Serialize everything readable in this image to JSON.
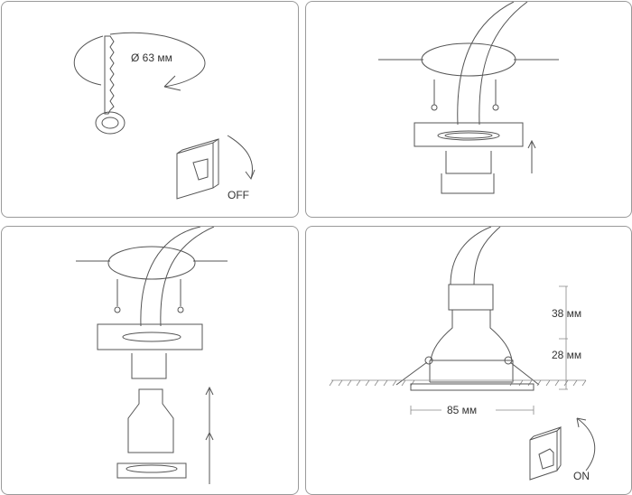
{
  "steps": [
    {
      "label": "Ø 63 мм",
      "switch_state": "OFF"
    },
    {},
    {},
    {
      "height_top": "38 мм",
      "height_bottom": "28 мм",
      "width": "85 мм",
      "switch_state": "ON"
    }
  ]
}
